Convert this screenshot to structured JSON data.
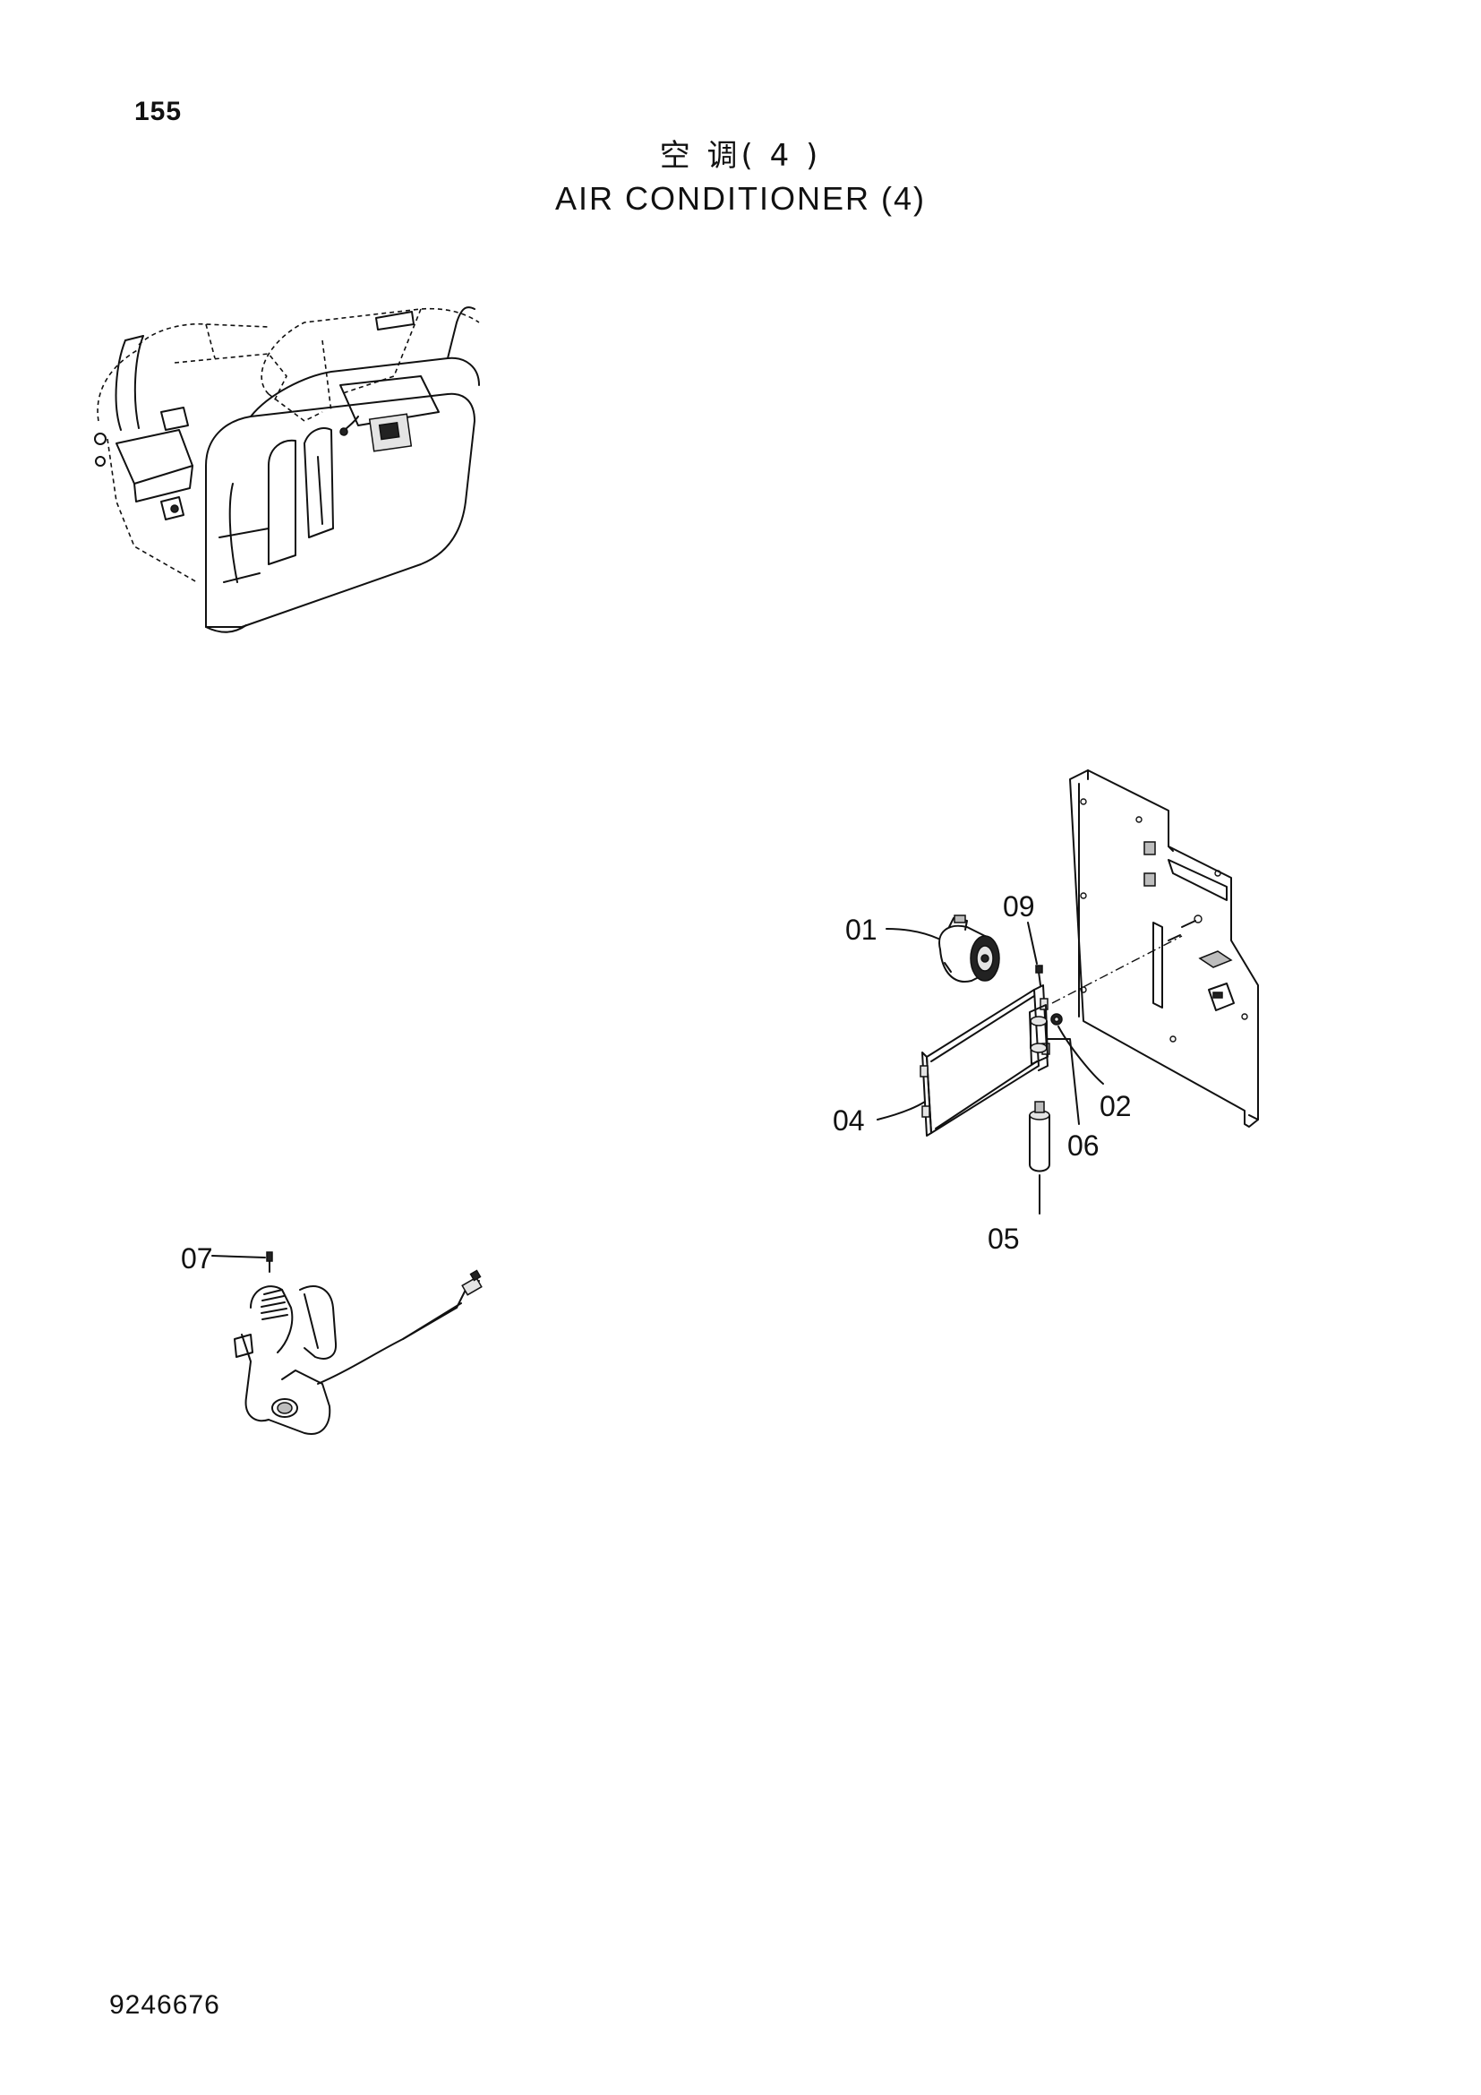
{
  "page": {
    "number": "155",
    "title_cn": "空 调( 4 )",
    "title_en": "AIR  CONDITIONER  (4)",
    "doc_number": "9246676"
  },
  "callouts": {
    "c01": "01",
    "c02": "02",
    "c04": "04",
    "c05": "05",
    "c06": "06",
    "c07": "07",
    "c09": "09"
  }
}
